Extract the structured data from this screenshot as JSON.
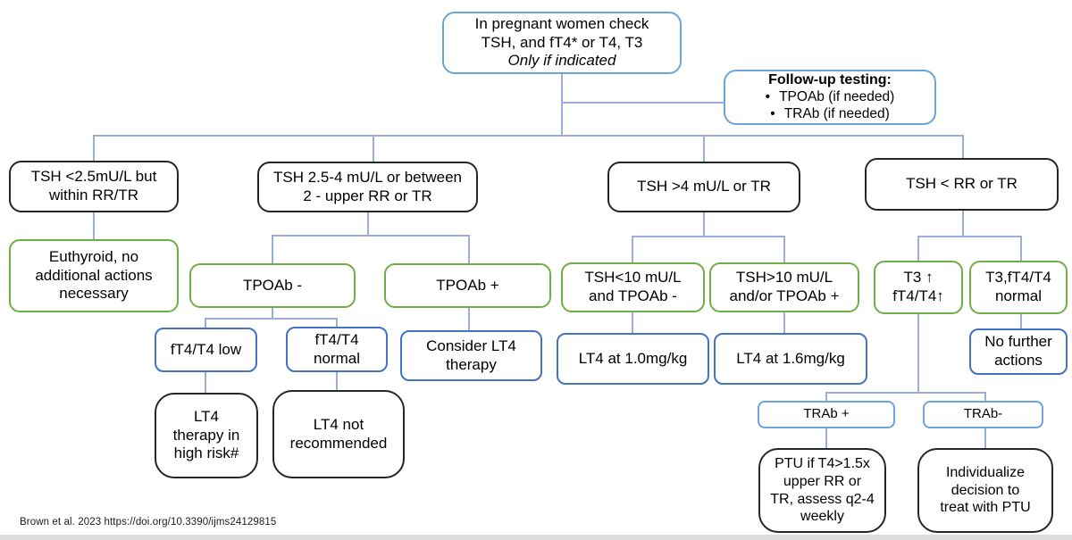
{
  "colors": {
    "box_blue": "#4472c4",
    "box_blue_light": "#6ba4dc",
    "box_green": "#70ad47",
    "box_black": "#262626",
    "connector": "#9badd8"
  },
  "nodes": {
    "start": {
      "text": "In pregnant women check\nTSH, and fT4* or T4, T3",
      "note": "Only if indicated"
    },
    "followup": {
      "title": "Follow-up testing:",
      "bullet": "•",
      "items": [
        "TPOAb (if needed)",
        "TRAb (if needed)"
      ]
    },
    "tsh_low_rr": {
      "text": "TSH <2.5mU/L but\nwithin RR/TR"
    },
    "tsh_mid": {
      "text": "TSH 2.5-4 mU/L or between\n2 - upper RR or TR"
    },
    "tsh_high": {
      "text": "TSH >4 mU/L or TR"
    },
    "tsh_below_rr": {
      "text": "TSH < RR or TR"
    },
    "euthyroid": {
      "text": "Euthyroid, no\nadditional actions\nnecessary"
    },
    "tpoab_neg": {
      "text": "TPOAb -"
    },
    "tpoab_pos": {
      "text": "TPOAb +"
    },
    "tsh_lt10": {
      "text": "TSH<10 mU/L\nand TPOAb -"
    },
    "tsh_gt10": {
      "text": "TSH>10 mU/L\nand/or TPOAb +"
    },
    "t3_up": {
      "text": "T3 ↑\nfT4/T4↑"
    },
    "t3_normal": {
      "text": "T3,fT4/T4\nnormal"
    },
    "ft4_low": {
      "text": "fT4/T4 low"
    },
    "ft4_normal": {
      "text": "fT4/T4\nnormal"
    },
    "consider_lt4": {
      "text": "Consider LT4\ntherapy"
    },
    "lt4_1_0": {
      "text": "LT4 at 1.0mg/kg"
    },
    "lt4_1_6": {
      "text": "LT4 at 1.6mg/kg"
    },
    "no_further": {
      "text": "No further\nactions"
    },
    "lt4_high_risk": {
      "text": "LT4\ntherapy in\nhigh risk#"
    },
    "lt4_not_rec": {
      "text": "LT4 not\nrecommended"
    },
    "trab_pos": {
      "text": "TRAb +"
    },
    "trab_neg": {
      "text": "TRAb-"
    },
    "ptu": {
      "text": "PTU if T4>1.5x\nupper RR or\nTR, assess q2-4\nweekly"
    },
    "individualize": {
      "text": "Individualize\ndecision to\ntreat with PTU"
    }
  },
  "footer": {
    "citation": "Brown et al. 2023 https://doi.org/10.3390/ijms24129815"
  }
}
